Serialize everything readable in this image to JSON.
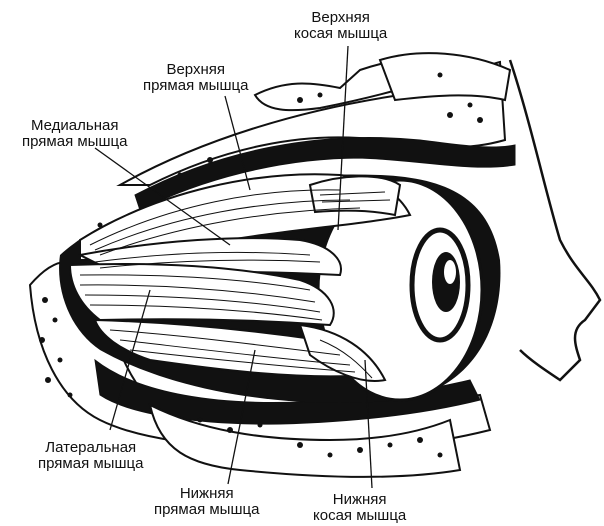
{
  "labels": {
    "superior_oblique": {
      "line1": "Верхняя",
      "line2": "косая мышца"
    },
    "superior_rectus": {
      "line1": "Верхняя",
      "line2": "прямая мышца"
    },
    "medial_rectus": {
      "line1": "Медиальная",
      "line2": "прямая мышца"
    },
    "lateral_rectus": {
      "line1": "Латеральная",
      "line2": "прямая мышца"
    },
    "inferior_rectus": {
      "line1": "Нижняя",
      "line2": "прямая мышца"
    },
    "inferior_oblique": {
      "line1": "Нижняя",
      "line2": "косая мышца"
    }
  },
  "colors": {
    "ink": "#111111",
    "paper": "#ffffff"
  }
}
